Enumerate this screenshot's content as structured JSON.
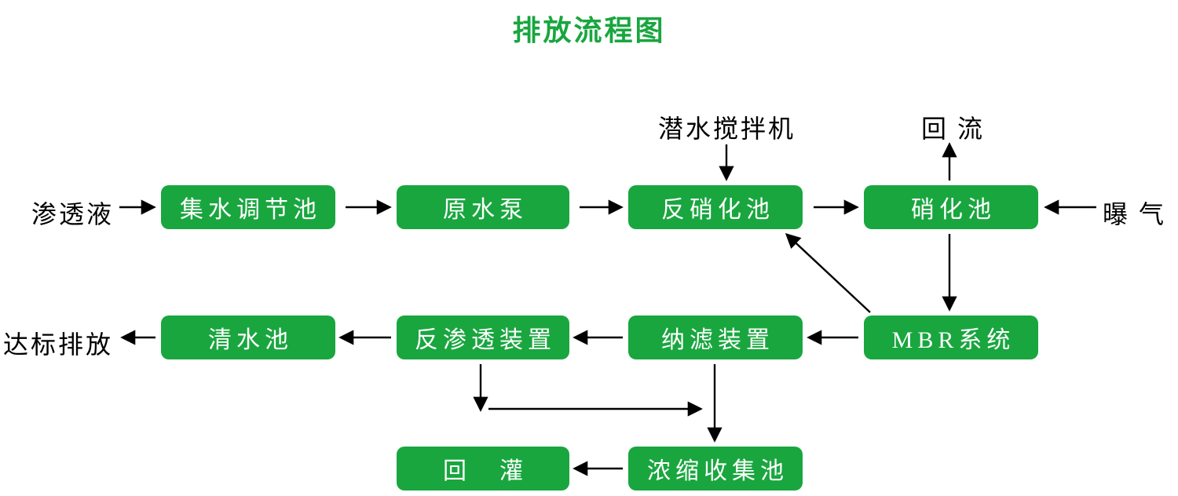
{
  "title": "排放流程图",
  "colors": {
    "green": "#19a63f",
    "node_text": "#ffffff",
    "text_black": "#000000",
    "background": "#ffffff"
  },
  "nodes": {
    "collection_tank": "集水调节池",
    "raw_water_pump": "原水泵",
    "denitrification_tank": "反硝化池",
    "nitrification_tank": "硝化池",
    "clean_water_tank": "清水池",
    "reverse_osmosis_unit": "反渗透装置",
    "nanofiltration_unit": "纳滤装置",
    "mbr_system": "MBR系统",
    "reinjection": "回　灌",
    "concentrate_collection_tank": "浓缩收集池"
  },
  "labels": {
    "leachate": "渗透液",
    "submersible_mixer": "潜水搅拌机",
    "reflux": "回 流",
    "aeration": "曝 气",
    "standard_discharge": "达标排放"
  },
  "edges": [
    {
      "from": "渗透液",
      "to": "集水调节池"
    },
    {
      "from": "集水调节池",
      "to": "原水泵"
    },
    {
      "from": "原水泵",
      "to": "反硝化池"
    },
    {
      "from": "反硝化池",
      "to": "硝化池"
    },
    {
      "from": "曝 气",
      "to": "硝化池"
    },
    {
      "from": "潜水搅拌机",
      "to": "反硝化池"
    },
    {
      "from": "硝化池",
      "to": "回 流"
    },
    {
      "from": "硝化池",
      "to": "MBR系统"
    },
    {
      "from": "MBR系统",
      "to": "反硝化池"
    },
    {
      "from": "MBR系统",
      "to": "纳滤装置"
    },
    {
      "from": "纳滤装置",
      "to": "反渗透装置"
    },
    {
      "from": "反渗透装置",
      "to": "清水池"
    },
    {
      "from": "清水池",
      "to": "达标排放"
    },
    {
      "from": "反渗透装置",
      "to": "浓缩收集池"
    },
    {
      "from": "纳滤装置",
      "to": "浓缩收集池"
    },
    {
      "from": "浓缩收集池",
      "to": "回　灌"
    }
  ]
}
